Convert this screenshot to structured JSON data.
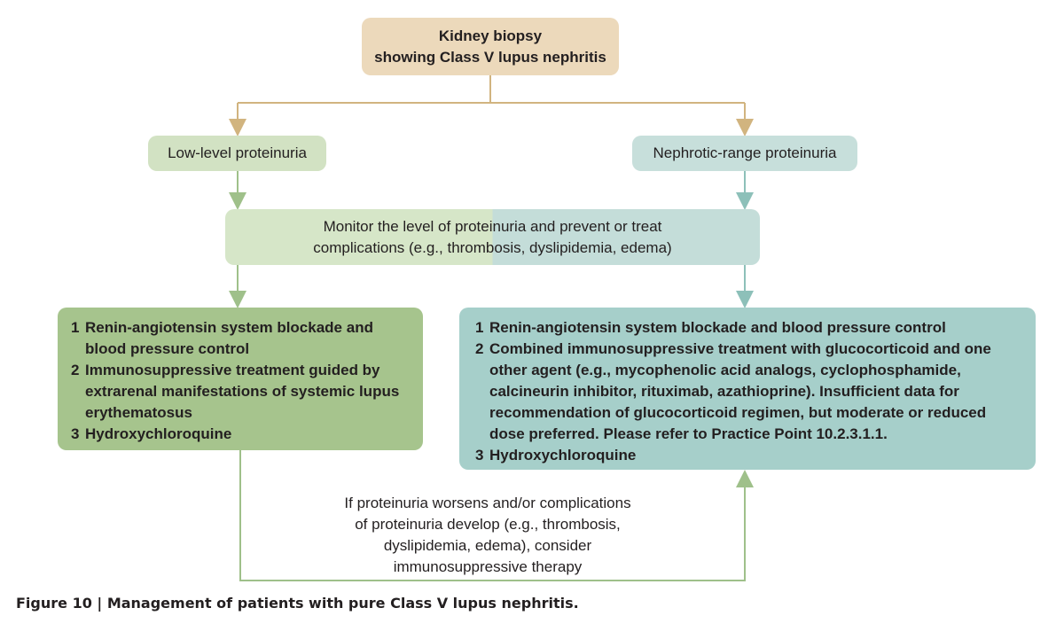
{
  "top_box": {
    "line1": "Kidney biopsy",
    "line2": "showing Class V lupus nephritis"
  },
  "branches": {
    "left": "Low-level proteinuria",
    "right": "Nephrotic-range proteinuria"
  },
  "monitor": {
    "line1": "Monitor the level of proteinuria and prevent or treat",
    "line2": "complications (e.g., thrombosis, dyslipidemia, edema)"
  },
  "left_recommendations": [
    {
      "num": "1",
      "text": "Renin-angiotensin system blockade and blood pressure control"
    },
    {
      "num": "2",
      "text": "Immunosuppressive treatment guided by extrarenal manifestations of systemic lupus erythematosus"
    },
    {
      "num": "3",
      "text": "Hydroxychloroquine"
    }
  ],
  "right_recommendations": [
    {
      "num": "1",
      "text": "Renin-angiotensin system blockade and blood pressure control"
    },
    {
      "num": "2",
      "text": "Combined immunosuppressive treatment with glucocorticoid and one other agent (e.g., mycophenolic acid analogs, cyclophosphamide, calcineurin inhibitor, rituximab, azathioprine). Insufficient data for recommendation of glucocorticoid regimen, but moderate or reduced dose preferred.  Please refer to Practice Point 10.2.3.1.1."
    },
    {
      "num": "3",
      "text": "Hydroxychloroquine"
    }
  ],
  "escalation_note": {
    "line1": "If proteinuria worsens and/or complications",
    "line2": "of proteinuria develop (e.g., thrombosis,",
    "line3": "dyslipidemia, edema), consider",
    "line4": "immunosuppressive therapy"
  },
  "caption": "Figure 10 | Management of patients with pure Class V lupus nephritis.",
  "colors": {
    "tan": "#d1b47f",
    "green_line": "#9fc08a",
    "teal_line": "#8dc0b9"
  }
}
